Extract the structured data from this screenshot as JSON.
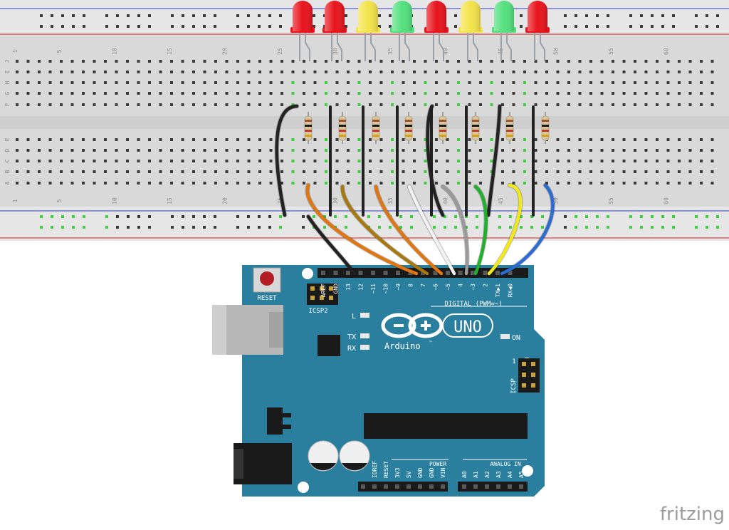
{
  "breadboard": {
    "column_numbers_top": [
      "1",
      "5",
      "10",
      "15",
      "20",
      "25",
      "30",
      "35",
      "40",
      "45",
      "50",
      "55",
      "60"
    ],
    "column_numbers_bottom": [
      "1",
      "5",
      "10",
      "15",
      "20",
      "25",
      "30",
      "35",
      "40",
      "45",
      "50",
      "55",
      "60"
    ],
    "row_letters_top": [
      "J",
      "I",
      "H",
      "G",
      "F"
    ],
    "row_letters_bottom": [
      "E",
      "D",
      "C",
      "B",
      "A"
    ],
    "rail_colors": {
      "positive": "#d9231f",
      "negative": "#2a3ccc"
    }
  },
  "leds": [
    {
      "color": "red",
      "hex": "#e8141c"
    },
    {
      "color": "red",
      "hex": "#e8141c"
    },
    {
      "color": "yellow",
      "hex": "#f3e34a"
    },
    {
      "color": "green",
      "hex": "#53e07e"
    },
    {
      "color": "red",
      "hex": "#e8141c"
    },
    {
      "color": "yellow",
      "hex": "#f3e34a"
    },
    {
      "color": "green",
      "hex": "#53e07e"
    },
    {
      "color": "red",
      "hex": "#e8141c"
    }
  ],
  "wires": [
    {
      "name": "gnd",
      "hex": "#222222"
    },
    {
      "name": "orange",
      "hex": "#e07612"
    },
    {
      "name": "brown",
      "hex": "#a8780f"
    },
    {
      "name": "orange2",
      "hex": "#e07612"
    },
    {
      "name": "white",
      "hex": "#f2f2f2"
    },
    {
      "name": "grey",
      "hex": "#9a9a9a"
    },
    {
      "name": "green",
      "hex": "#22b02c"
    },
    {
      "name": "yellow",
      "hex": "#f2ea18"
    },
    {
      "name": "blue",
      "hex": "#2c6bd0"
    }
  ],
  "arduino": {
    "board_color": "#2a7f9e",
    "reset_label": "RESET",
    "icsp2_label": "ICSP2",
    "icsp_label": "ICSP",
    "icsp_pin1_label": "1",
    "digital_pins": [
      "AREF",
      "GND",
      "13",
      "12",
      "~11",
      "~10",
      "~9",
      "8",
      "7",
      "~6",
      "~5",
      "4",
      "~3",
      "2",
      "TX▶1",
      "RX◀0"
    ],
    "digital_label": "DIGITAL (PWM=~)",
    "l_label": "L",
    "tx_label": "TX",
    "rx_label": "RX",
    "on_label": "ON",
    "logo_text": "Arduino",
    "tm": "™",
    "uno_text": "UNO",
    "power_label": "POWER",
    "power_pins": [
      "IOREF",
      "RESET",
      "3V3",
      "5V",
      "GND",
      "GND",
      "VIN"
    ],
    "analog_label": "ANALOG IN",
    "analog_pins": [
      "A0",
      "A1",
      "A2",
      "A3",
      "A4",
      "A5"
    ]
  },
  "watermark": "fritzing"
}
